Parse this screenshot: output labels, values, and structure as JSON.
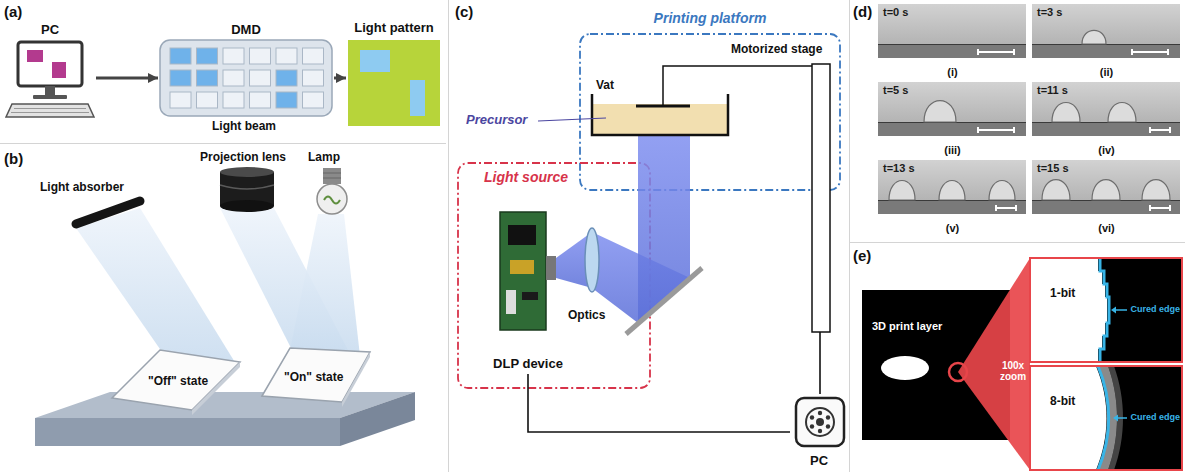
{
  "diagram": {
    "nodes": [
      {
        "text": [
          "PC"
        ]
      },
      {
        "text": [
          "DMD"
        ]
      },
      {
        "text": [
          "Light pattern"
        ]
      },
      {
        "text": [
          "Printing platform"
        ]
      },
      {
        "text": [
          "Motorized stage"
        ],
        "in": 3
      },
      {
        "text": [
          "Light source"
        ]
      },
      {
        "text": [
          "DLP device"
        ],
        "in": 5
      },
      {
        "text": [
          "PC"
        ]
      },
      {
        "text": [
          "t=0 s",
          "(i)"
        ]
      },
      {
        "text": [
          "t=3 s",
          "(ii)"
        ]
      },
      {
        "text": [
          "t=5 s",
          "(iii)"
        ]
      },
      {
        "text": [
          "t=11 s",
          "(iv)"
        ]
      },
      {
        "text": [
          "t=13 s",
          "(v)"
        ]
      },
      {
        "text": [
          "t=15 s",
          "(vi)"
        ]
      },
      {
        "text": [
          "3D print layer"
        ]
      },
      {
        "text": [
          "1-bit",
          "Cured edge"
        ]
      },
      {
        "text": [
          "8-bit",
          "Cured edge"
        ]
      }
    ],
    "edges": [
      {
        "from": 0,
        "to": 1,
        "arrow": "to"
      },
      {
        "from": 1,
        "to": 2,
        "arrow": "to"
      },
      {
        "from": 4,
        "to": 7,
        "arrow": "none"
      },
      {
        "from": 6,
        "to": 7,
        "arrow": "none"
      }
    ],
    "labels": [
      "(a)",
      "Light beam",
      "(b)",
      "Light absorber",
      "Projection lens",
      "Lamp",
      "\"Off\" state",
      "\"On\" state",
      "(c)",
      "Vat",
      "Precursor",
      "Optics",
      "(d)",
      "(e)",
      "100x zoom"
    ]
  }
}
